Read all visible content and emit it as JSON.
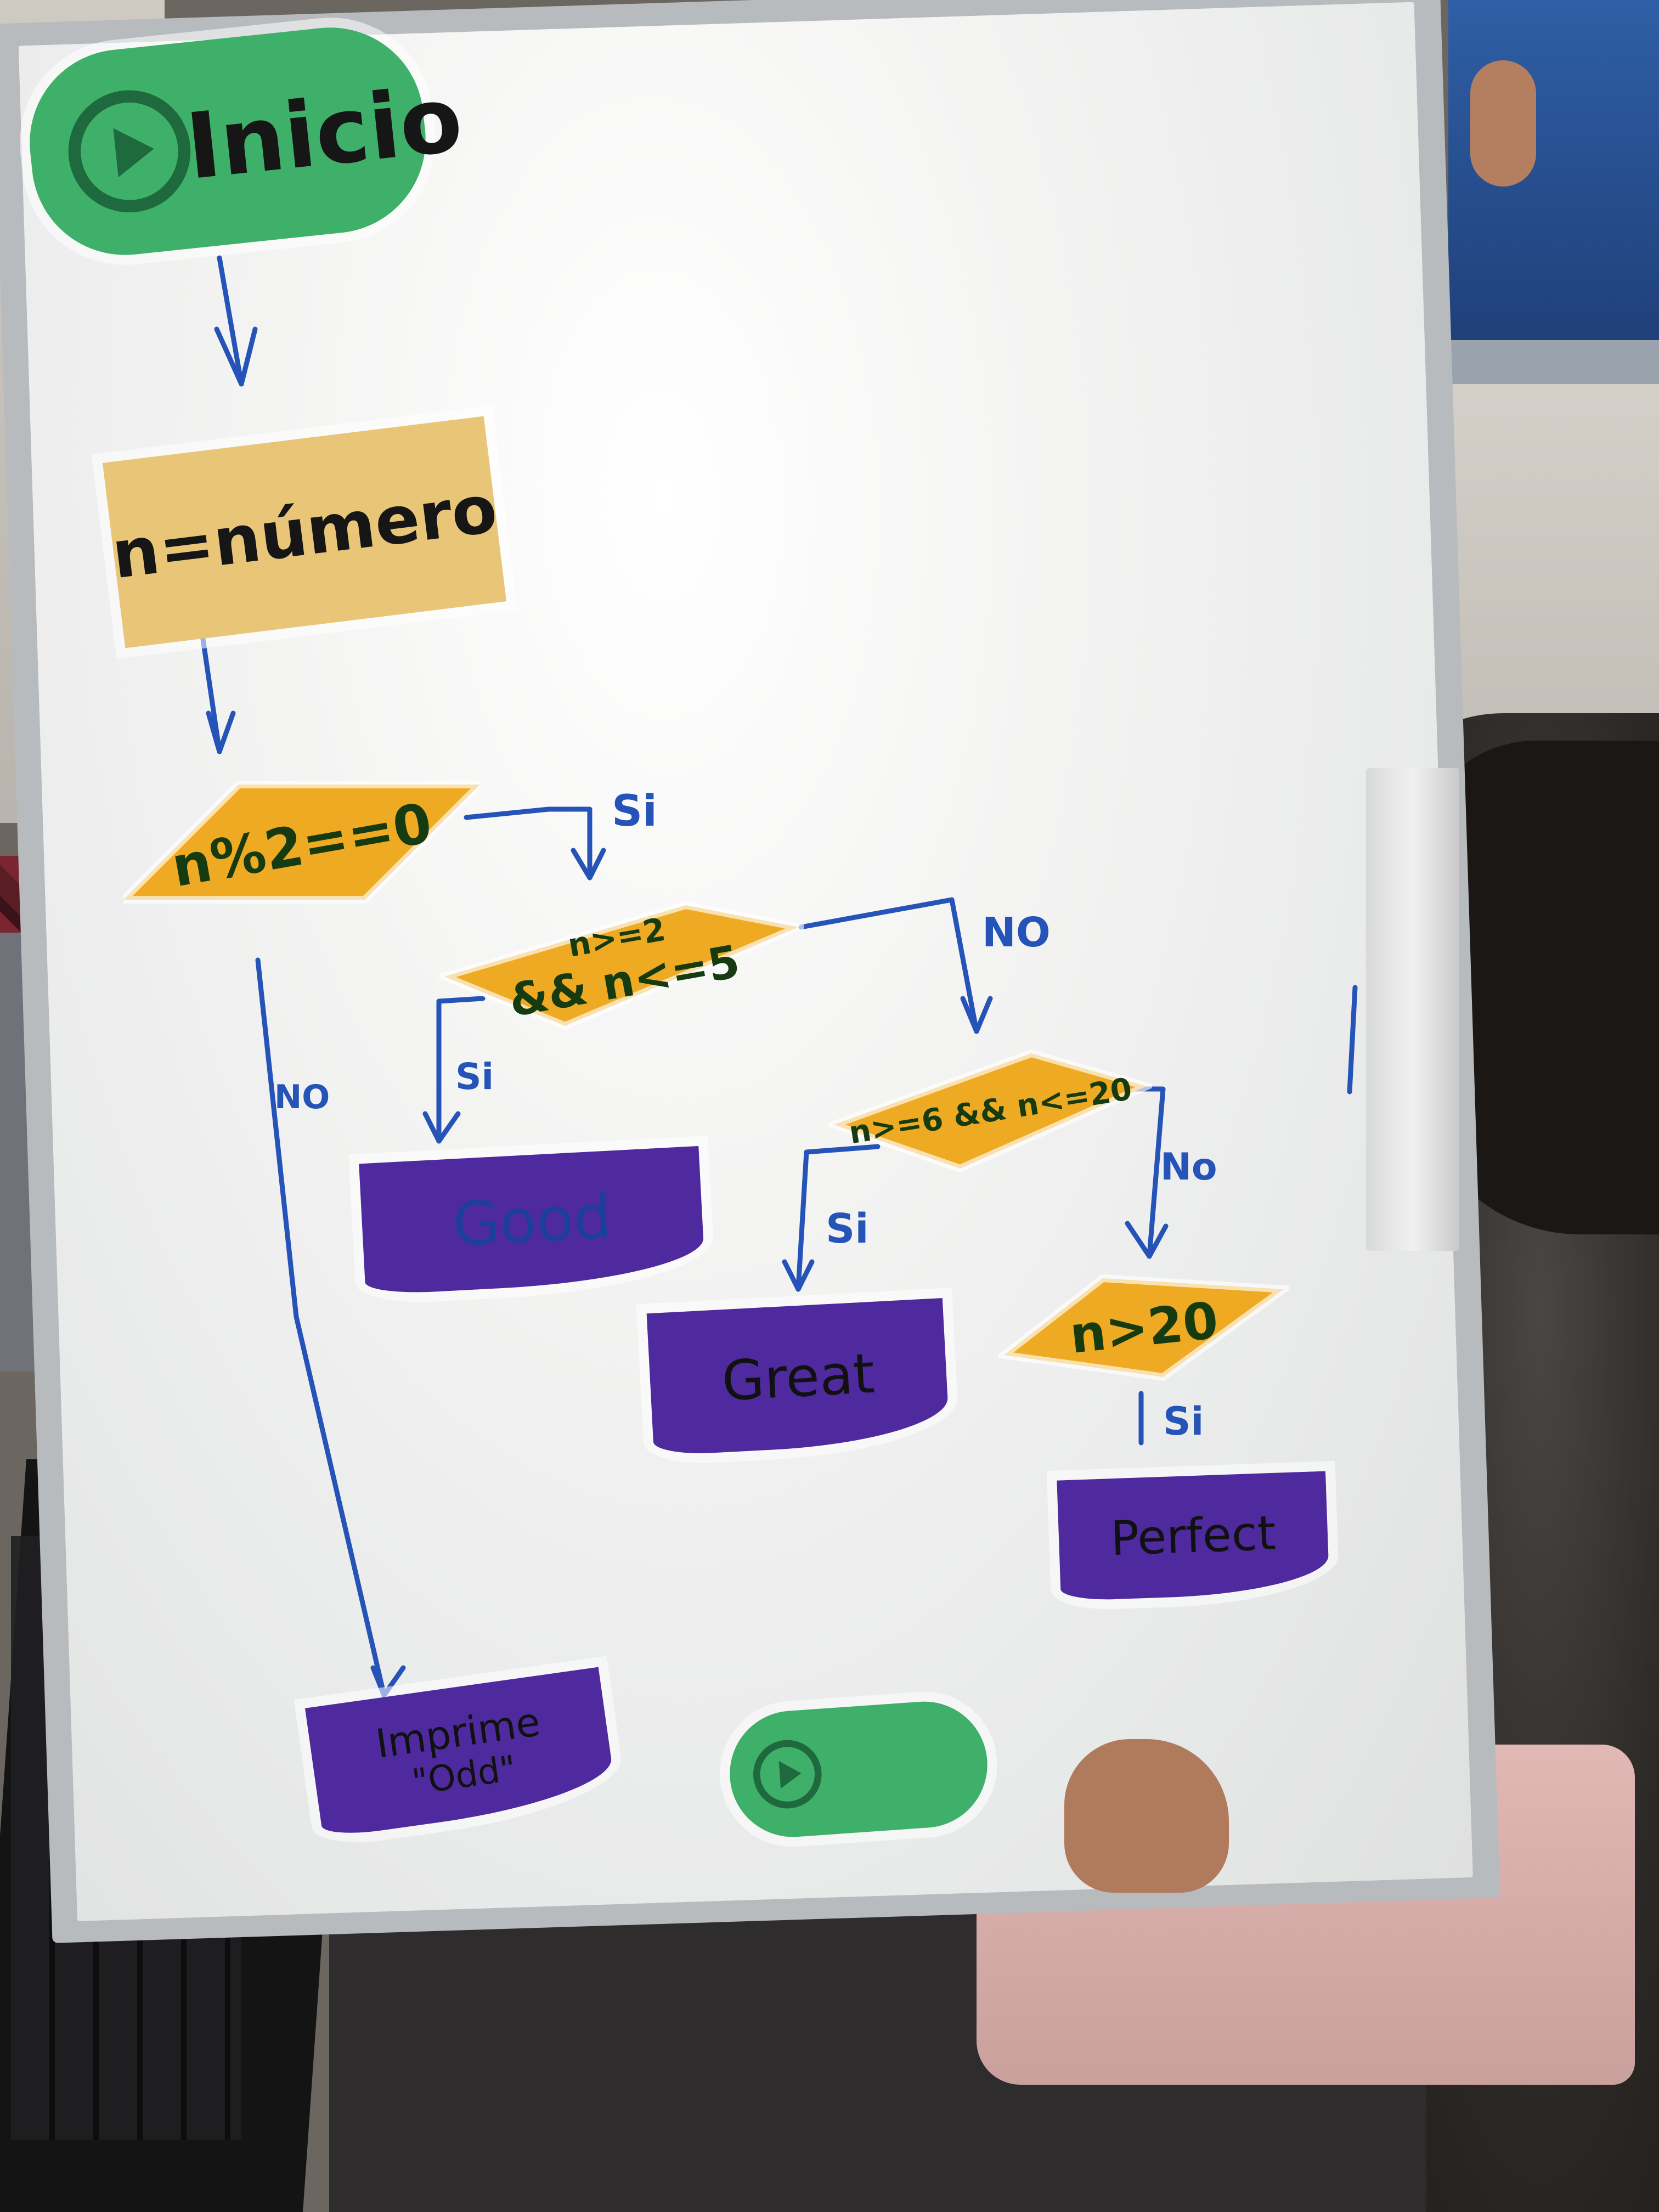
{
  "diagram": {
    "start": {
      "label": "Inicio"
    },
    "process": {
      "label": "n=número"
    },
    "decision_1": {
      "label": "n%2==0"
    },
    "decision_2": {
      "label_line1": "n>=2",
      "label_line2": "&& n<=5"
    },
    "decision_3": {
      "label": "n>=6 && n<=20"
    },
    "decision_4": {
      "label": "n>20"
    },
    "output_good": {
      "label": "Good"
    },
    "output_great": {
      "label": "Great"
    },
    "output_perfect": {
      "label": "Perfect"
    },
    "output_odd": {
      "label_line1": "Imprime",
      "label_line2": "\"Odd\""
    },
    "end": {
      "label": ""
    },
    "edge_labels": {
      "d1_yes": "Si",
      "d1_no": "NO",
      "d2_yes": "Si",
      "d2_no": "NO",
      "d3_yes": "Si",
      "d3_no": "No",
      "d4_yes": "Si"
    }
  },
  "colors": {
    "start_end": "#3fb06a",
    "process": "#e9c577",
    "decision": "#eeaa22",
    "output": "#4e2a9e",
    "marker": "#2553b8"
  }
}
